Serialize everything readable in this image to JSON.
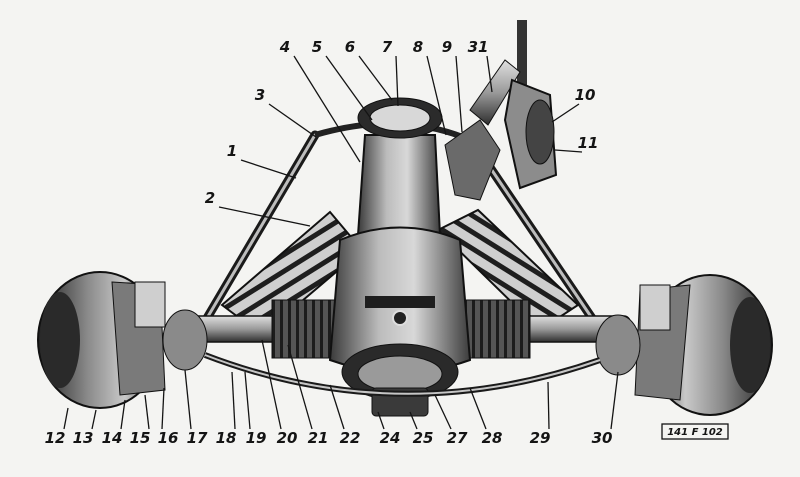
{
  "figure": {
    "code": "141 F 102",
    "callouts": [
      {
        "label": "1"
      },
      {
        "label": "2"
      },
      {
        "label": "3"
      },
      {
        "label": "4"
      },
      {
        "label": "5"
      },
      {
        "label": "6"
      },
      {
        "label": "7"
      },
      {
        "label": "8"
      },
      {
        "label": "9"
      },
      {
        "label": "31"
      },
      {
        "label": "10"
      },
      {
        "label": "11"
      },
      {
        "label": "12"
      },
      {
        "label": "13"
      },
      {
        "label": "14"
      },
      {
        "label": "15"
      },
      {
        "label": "16"
      },
      {
        "label": "17"
      },
      {
        "label": "18"
      },
      {
        "label": "19"
      },
      {
        "label": "20"
      },
      {
        "label": "21"
      },
      {
        "label": "22"
      },
      {
        "label": "24"
      },
      {
        "label": "25"
      },
      {
        "label": "27"
      },
      {
        "label": "28"
      },
      {
        "label": "29"
      },
      {
        "label": "30"
      }
    ]
  },
  "colors": {
    "paper": "#f4f4f2",
    "ink": "#141414",
    "metal_dark": "#2a2a2a",
    "metal_mid": "#6e6e6e",
    "metal_light": "#bdbdbd"
  }
}
